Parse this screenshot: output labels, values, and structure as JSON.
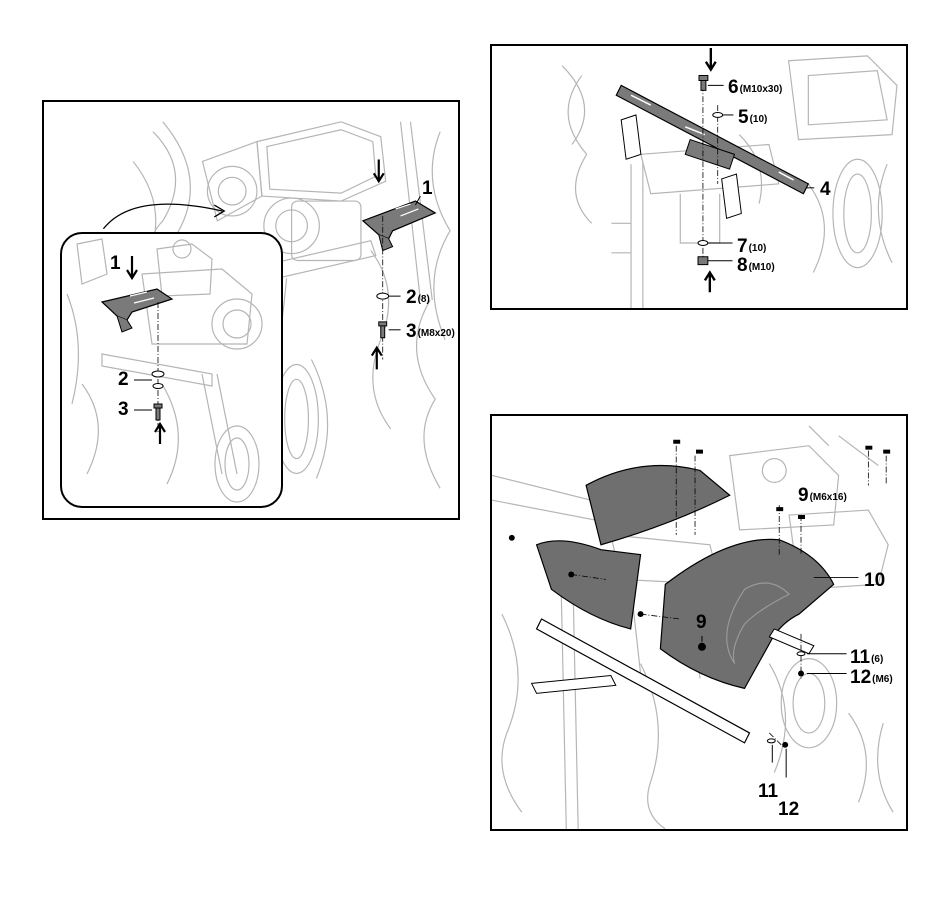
{
  "callouts": {
    "p1_1": "1",
    "p1_2": "2",
    "p1_2_size": "(8)",
    "p1_3": "3",
    "p1_3_size": "(M8x20)",
    "inset_1": "1",
    "inset_2": "2",
    "inset_3": "3",
    "p2_4": "4",
    "p2_5": "5",
    "p2_5_size": "(10)",
    "p2_6": "6",
    "p2_6_size": "(M10x30)",
    "p2_7": "7",
    "p2_7_size": "(10)",
    "p2_8": "8",
    "p2_8_size": "(M10)",
    "p3_9a": "9",
    "p3_9a_size": "(M6x16)",
    "p3_9b": "9",
    "p3_10": "10",
    "p3_11a": "11",
    "p3_11a_size": "(6)",
    "p3_12a": "12",
    "p3_12a_size": "(M6)",
    "p3_11b": "11",
    "p3_12b": "12"
  },
  "colors": {
    "line": "#000000",
    "sketch": "#b5b5b5",
    "part_fill": "#7a7a7a",
    "fender_fill": "#6f6f6f",
    "background": "#ffffff"
  }
}
